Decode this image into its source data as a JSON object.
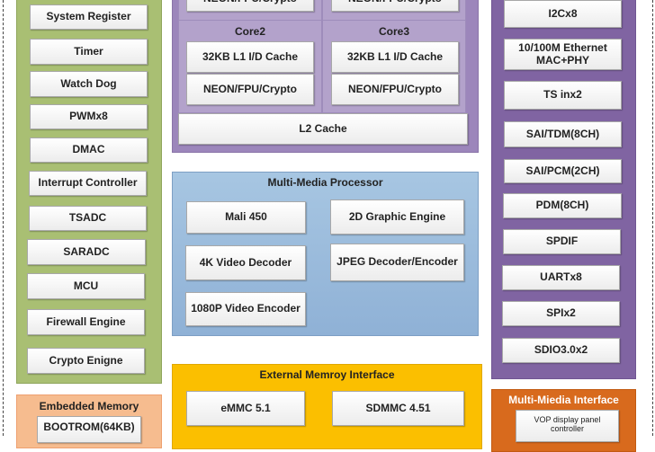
{
  "system_peripherals": {
    "items": [
      "System Register",
      "Timer",
      "Watch Dog",
      "PWMx8",
      "DMAC",
      "Interrupt Controller",
      "TSADC",
      "SARADC",
      "MCU",
      "Firewall Engine",
      "Crypto Enigne"
    ]
  },
  "embedded_memory": {
    "title": "Embedded Memory",
    "items": [
      "BOOTROM(64KB)"
    ]
  },
  "cpu": {
    "top_cut_items": [
      "NEON/FPU/Crypto",
      "NEON/FPU/Crypto"
    ],
    "cores": [
      {
        "name": "Core2",
        "cache": "32KB L1 I/D Cache",
        "neon": "NEON/FPU/Crypto"
      },
      {
        "name": "Core3",
        "cache": "32KB L1 I/D Cache",
        "neon": "NEON/FPU/Crypto"
      }
    ],
    "l2": "L2 Cache"
  },
  "multimedia_processor": {
    "title": "Multi-Media Processor",
    "items": [
      "Mali 450",
      "2D Graphic Engine",
      "4K Video Decoder",
      "JPEG Decoder/Encoder",
      "1080P Video Encoder"
    ]
  },
  "external_memory": {
    "title": "External Memroy Interface",
    "items": [
      "eMMC 5.1",
      "SDMMC 4.51"
    ]
  },
  "connectivity": {
    "items": [
      "I2Cx8",
      "10/100M Ethernet MAC+PHY",
      "TS inx2",
      "SAI/TDM(8CH)",
      "SAI/PCM(2CH)",
      "PDM(8CH)",
      "SPDIF",
      "UARTx8",
      "SPIx2",
      "SDIO3.0x2"
    ]
  },
  "multimedia_interface": {
    "title": "Multi-Miedia Interface",
    "items": [
      "VOP  display panel controller"
    ]
  },
  "colors": {
    "green": "#a9bf73",
    "purple_cpu": "#b3a2cb",
    "purple_io": "#8064a2",
    "blue": "#95b8da",
    "yellow": "#fbbf00",
    "peach": "#f6bc8f",
    "orange": "#d86a1d"
  }
}
